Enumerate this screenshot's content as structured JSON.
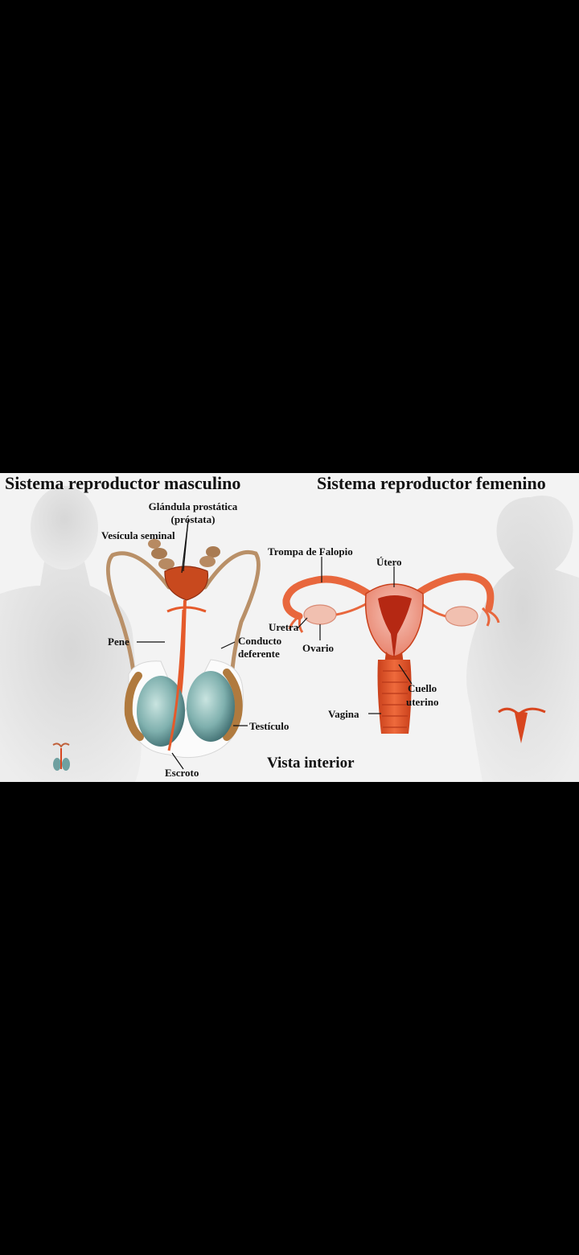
{
  "figure": {
    "left_title": "Sistema reproductor masculino",
    "right_title": "Sistema reproductor femenino",
    "caption": "Vista interior",
    "male_labels": {
      "prostate_line1": "Glándula prostática",
      "prostate_line2": "(próstata)",
      "seminal_vesicle": "Vesícula seminal",
      "penis": "Pene",
      "vas_deferens_line1": "Conducto",
      "vas_deferens_line2": "deferente",
      "testicle": "Testículo",
      "scrotum": "Escroto"
    },
    "female_labels": {
      "fallopian_tube": "Trompa de Falopio",
      "uterus": "Útero",
      "urethra": "Uretra",
      "ovary": "Ovario",
      "cervix_line1": "Cuello",
      "cervix_line2": "uterino",
      "vagina": "Vagina"
    }
  },
  "colors": {
    "background_screen": "#000000",
    "panel_background": "#f3f3f3",
    "silhouette": "#e2e2e2",
    "organ_red": "#d8461f",
    "organ_pink": "#f0a99a",
    "testis_teal": "#6fa0a0",
    "tube_tan": "#b99068"
  }
}
